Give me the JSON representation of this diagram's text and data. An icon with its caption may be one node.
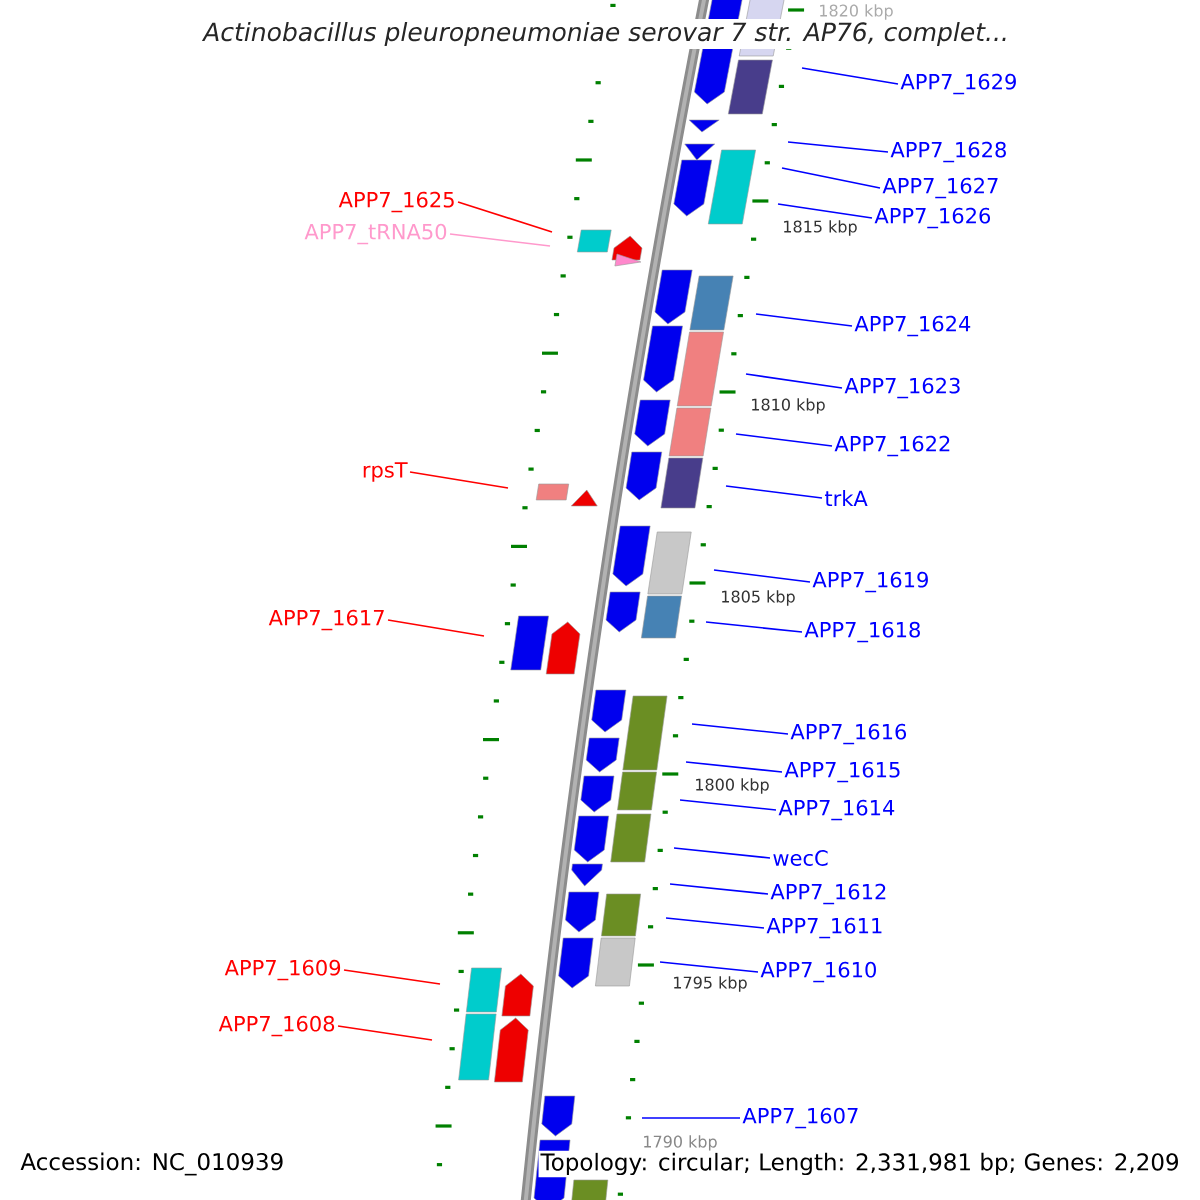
{
  "diagram": {
    "title": "Actinobacillus pleuropneumoniae serovar 7 str. AP76, complet...",
    "nodes": [
      {
        "text": [
          "APP7_1629"
        ]
      },
      {
        "text": [
          "APP7_1628"
        ]
      },
      {
        "text": [
          "APP7_1627"
        ]
      },
      {
        "text": [
          "APP7_1625"
        ]
      },
      {
        "text": [
          "APP7_1626"
        ]
      },
      {
        "text": [
          "APP7_tRNA50"
        ]
      },
      {
        "text": [
          "APP7_1624"
        ]
      },
      {
        "text": [
          "APP7_1623"
        ]
      },
      {
        "text": [
          "APP7_1622"
        ]
      },
      {
        "text": [
          "rpsT"
        ]
      },
      {
        "text": [
          "trkA"
        ]
      },
      {
        "text": [
          "APP7_1619"
        ]
      },
      {
        "text": [
          "APP7_1617"
        ]
      },
      {
        "text": [
          "APP7_1618"
        ]
      },
      {
        "text": [
          "APP7_1616"
        ]
      },
      {
        "text": [
          "APP7_1615"
        ]
      },
      {
        "text": [
          "APP7_1614"
        ]
      },
      {
        "text": [
          "wecC"
        ]
      },
      {
        "text": [
          "APP7_1612"
        ]
      },
      {
        "text": [
          "APP7_1611"
        ]
      },
      {
        "text": [
          "APP7_1609"
        ]
      },
      {
        "text": [
          "APP7_1610"
        ]
      },
      {
        "text": [
          "APP7_1608"
        ]
      },
      {
        "text": [
          "APP7_1607"
        ]
      }
    ],
    "edges": [
      {
        "from": 0,
        "to": null,
        "arrow": "none"
      },
      {
        "from": 1,
        "to": null,
        "arrow": "none"
      },
      {
        "from": 2,
        "to": null,
        "arrow": "none"
      },
      {
        "from": 3,
        "to": null,
        "arrow": "none",
        "color": "#ff0000"
      },
      {
        "from": 4,
        "to": null,
        "arrow": "none"
      },
      {
        "from": 5,
        "to": null,
        "arrow": "none",
        "color": "#ff99cc"
      },
      {
        "from": 6,
        "to": null,
        "arrow": "none"
      },
      {
        "from": 7,
        "to": null,
        "arrow": "none"
      },
      {
        "from": 8,
        "to": null,
        "arrow": "none"
      },
      {
        "from": 9,
        "to": null,
        "arrow": "none",
        "color": "#ff0000"
      },
      {
        "from": 10,
        "to": null,
        "arrow": "none"
      },
      {
        "from": 11,
        "to": null,
        "arrow": "none"
      },
      {
        "from": 12,
        "to": null,
        "arrow": "none",
        "color": "#ff0000"
      },
      {
        "from": 13,
        "to": null,
        "arrow": "none"
      },
      {
        "from": 14,
        "to": null,
        "arrow": "none"
      },
      {
        "from": 15,
        "to": null,
        "arrow": "none"
      },
      {
        "from": 16,
        "to": null,
        "arrow": "none"
      },
      {
        "from": 17,
        "to": null,
        "arrow": "none"
      },
      {
        "from": 18,
        "to": null,
        "arrow": "none"
      },
      {
        "from": 19,
        "to": null,
        "arrow": "none"
      },
      {
        "from": 20,
        "to": null,
        "arrow": "none",
        "color": "#ff0000"
      },
      {
        "from": 21,
        "to": null,
        "arrow": "none"
      },
      {
        "from": 22,
        "to": null,
        "arrow": "none",
        "color": "#ff0000"
      },
      {
        "from": 23,
        "to": null,
        "arrow": "none"
      }
    ],
    "labels": [
      "1820 kbp",
      "1815 kbp",
      "1810 kbp",
      "1805 kbp",
      "1800 kbp",
      "1795 kbp",
      "1790 kbp",
      "Accession: NC_010939",
      "Topology: circular; Length: 2,331,981 bp; Genes: 2,209"
    ]
  }
}
